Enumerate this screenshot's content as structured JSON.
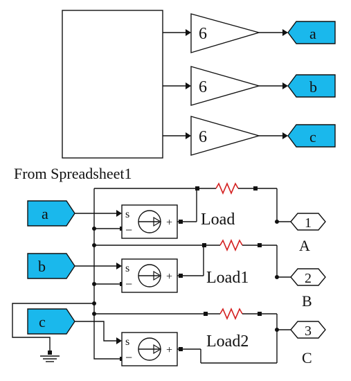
{
  "source_block": {
    "label": "From Spreadsheet1"
  },
  "gains": [
    {
      "value": "6"
    },
    {
      "value": "6"
    },
    {
      "value": "6"
    }
  ],
  "goto_tags": [
    {
      "tag": "a"
    },
    {
      "tag": "b"
    },
    {
      "tag": "c"
    }
  ],
  "from_tags": [
    {
      "tag": "a"
    },
    {
      "tag": "b"
    },
    {
      "tag": "c"
    }
  ],
  "loads": [
    {
      "name": "Load",
      "port": "1",
      "phase": "A"
    },
    {
      "name": "Load1",
      "port": "2",
      "phase": "B"
    },
    {
      "name": "Load2",
      "port": "3",
      "phase": "C"
    }
  ],
  "source_glyphs": {
    "signal": "s",
    "plus": "+",
    "minus": "−"
  },
  "colors": {
    "tag_fill": "#1ab8ec",
    "resistor": "#d42020",
    "wire": "#111111"
  }
}
